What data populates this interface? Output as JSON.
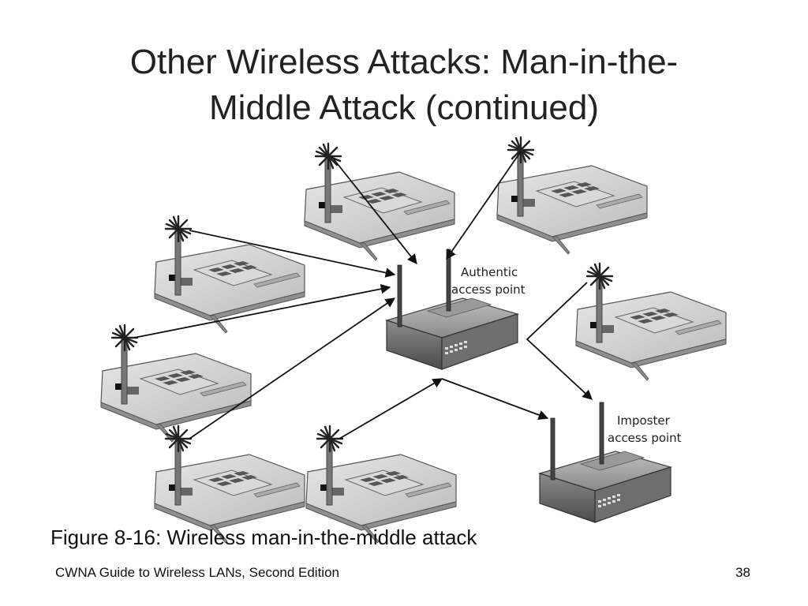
{
  "slide": {
    "title_line1": "Other Wireless Attacks: Man-in-the-",
    "title_line2": "Middle Attack (continued)",
    "caption": "Figure 8-16: Wireless man-in-the-middle attack",
    "footer": "CWNA Guide to Wireless LANs, Second Edition",
    "page_number": "38"
  },
  "diagram": {
    "authentic_label_line1": "Authentic",
    "authentic_label_line2": "access point",
    "imposter_label_line1": "Imposter",
    "imposter_label_line2": "access point"
  }
}
